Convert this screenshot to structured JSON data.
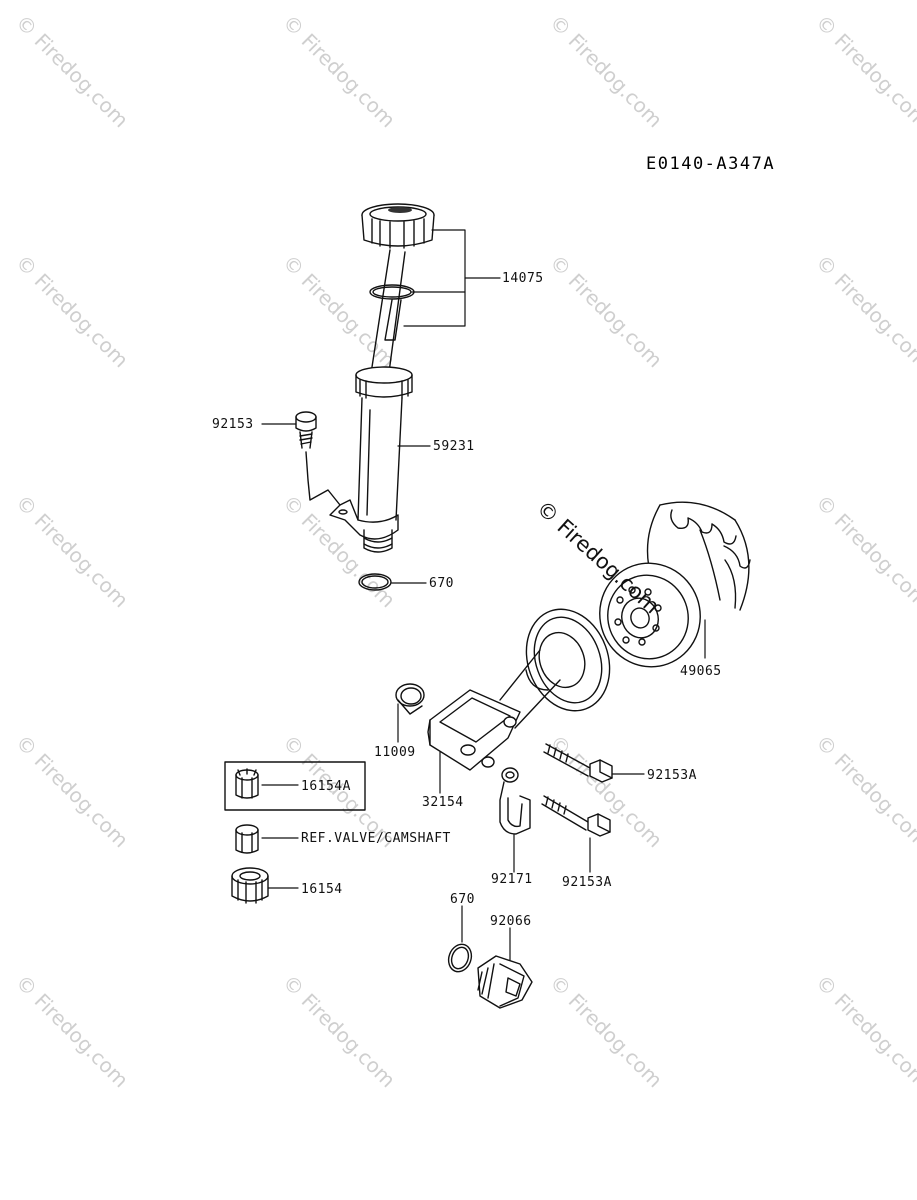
{
  "diagram_code": "E0140-A347A",
  "copyright": "© Firedog.com",
  "watermark": "© Firedog.com",
  "parts": {
    "p14075": "14075",
    "p92153": "92153",
    "p59231": "59231",
    "p670_top": "670",
    "p49065": "49065",
    "p11009": "11009",
    "p32154": "32154",
    "p92153A_1": "92153A",
    "p92153A_2": "92153A",
    "p92171": "92171",
    "p16154A": "16154A",
    "ref_valve": "REF.VALVE/CAMSHAFT",
    "p16154": "16154",
    "p670_bottom": "670",
    "p92066": "92066"
  }
}
